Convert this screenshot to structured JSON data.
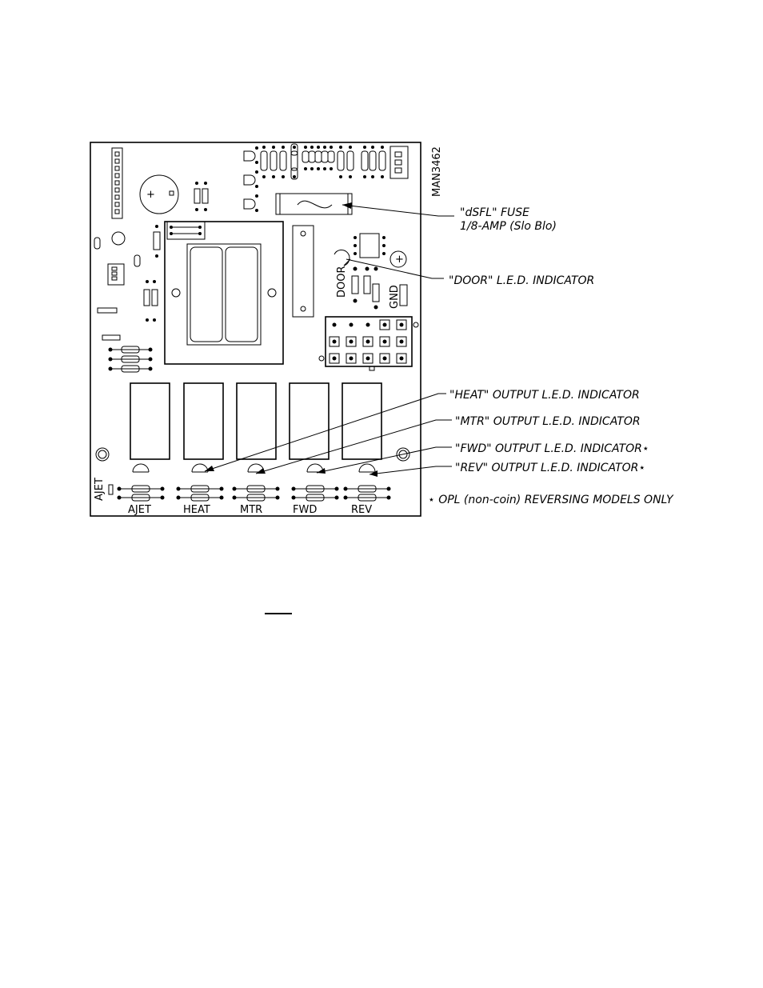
{
  "diagram": {
    "drawing_number": "MAN3462",
    "callouts": {
      "fuse_line1": "\"dSFL\" FUSE",
      "fuse_line2": "1/8-AMP (Slo Blo)",
      "door": "\"DOOR\" L.E.D. INDICATOR",
      "heat": "\"HEAT\" OUTPUT L.E.D. INDICATOR",
      "mtr": "\"MTR\" OUTPUT L.E.D. INDICATOR",
      "fwd": "\"FWD\" OUTPUT L.E.D. INDICATOR⋆",
      "rev": "\"REV\" OUTPUT L.E.D. INDICATOR⋆",
      "footnote": "⋆ OPL (non-coin) REVERSING MODELS ONLY"
    },
    "board_labels": {
      "door": "DOOR",
      "gnd": "GND",
      "ajet_side": "AJET",
      "outputs": [
        "AJET",
        "HEAT",
        "MTR",
        "FWD",
        "REV"
      ]
    }
  }
}
